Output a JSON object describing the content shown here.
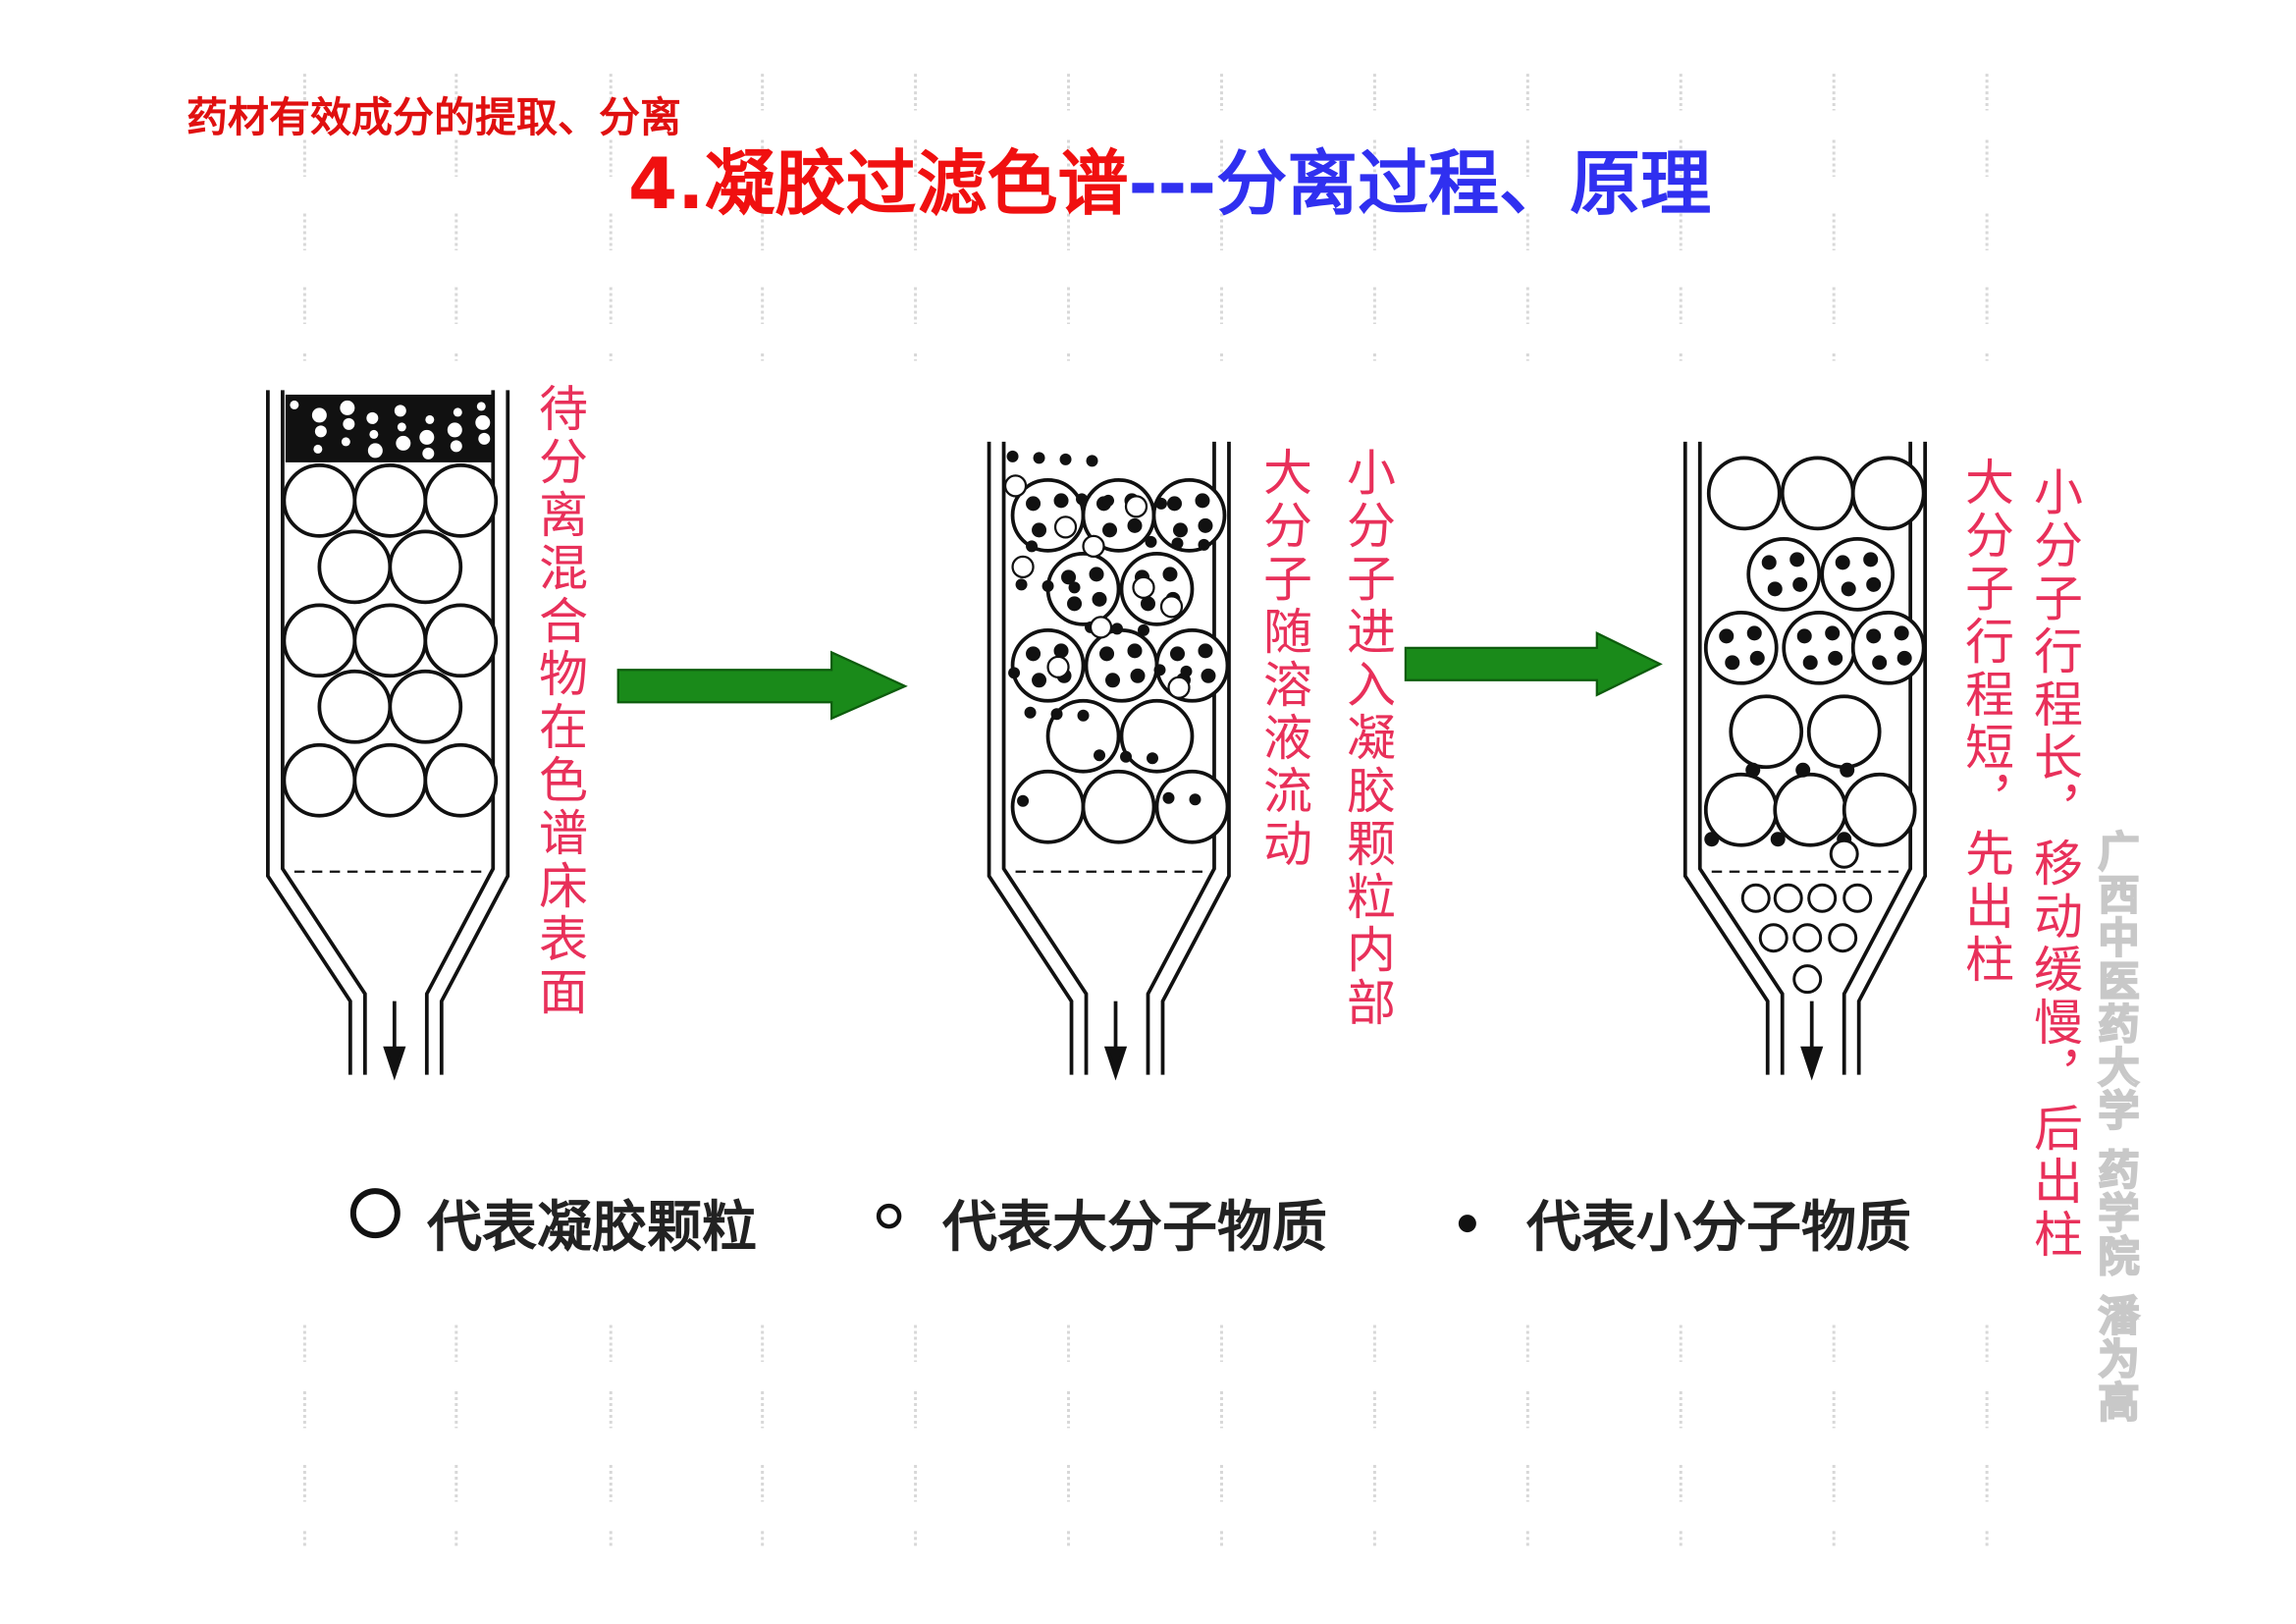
{
  "header": {
    "subtitle": "药材有效成分的提取、分离",
    "title_red": "4.凝胶过滤色谱",
    "title_blue": "---分离过程、原理"
  },
  "stages": [
    {
      "labels": [
        "待分离混合物在色谱床表面"
      ]
    },
    {
      "labels": [
        "大分子随溶液流动",
        "小分子进入凝胶颗粒内部"
      ]
    },
    {
      "labels": [
        "大分子行程短，先出柱",
        "小分子行程长，移动缓慢，后出柱"
      ]
    }
  ],
  "legend": [
    {
      "symbol": "large-open-circle",
      "label": "代表凝胶颗粒"
    },
    {
      "symbol": "small-open-circle",
      "label": "代表大分子物质"
    },
    {
      "symbol": "filled-dot",
      "label": "代表小分子物质"
    }
  ],
  "watermark": "广西中医药大学 药学院 潘为高",
  "colors": {
    "red": "#f01010",
    "blue": "#3030f0",
    "label_pink": "#e8305a",
    "arrow_green": "#1a8a1a"
  }
}
